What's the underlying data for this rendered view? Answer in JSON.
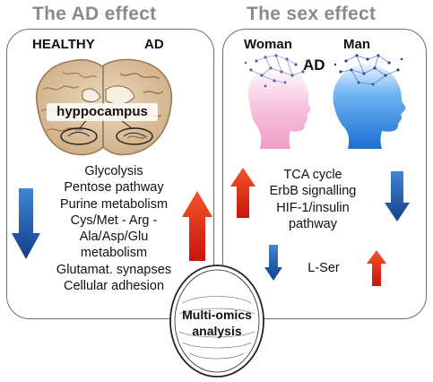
{
  "titles": {
    "ad_effect": "The AD effect",
    "sex_effect": "The sex effect"
  },
  "left_panel": {
    "healthy_label": "HEALTHY",
    "ad_label": "AD",
    "region_label": "hyppocampus",
    "processes": [
      "Glycolysis",
      "Pentose pathway",
      "Purine metabolism",
      "Cys/Met - Arg -",
      "Ala/Asp/Glu",
      "metabolism",
      "Glutamat. synapses",
      "Cellular adhesion"
    ]
  },
  "right_panel": {
    "woman_label": "Woman",
    "man_label": "Man",
    "ad_label": "AD",
    "pathways": [
      "TCA cycle",
      "ErbB signalling",
      "HIF-1/insulin",
      "pathway"
    ],
    "metabolite": "L-Ser"
  },
  "center": {
    "line1": "Multi-omics",
    "line2": "analysis"
  },
  "colors": {
    "down_arrow": "#1d5fb4",
    "up_arrow": "#e0241a",
    "woman_head": "#f2a9cf",
    "man_head": "#2a8ae6",
    "panel_border": "#6f6f6f",
    "title": "#8a8a8a"
  }
}
